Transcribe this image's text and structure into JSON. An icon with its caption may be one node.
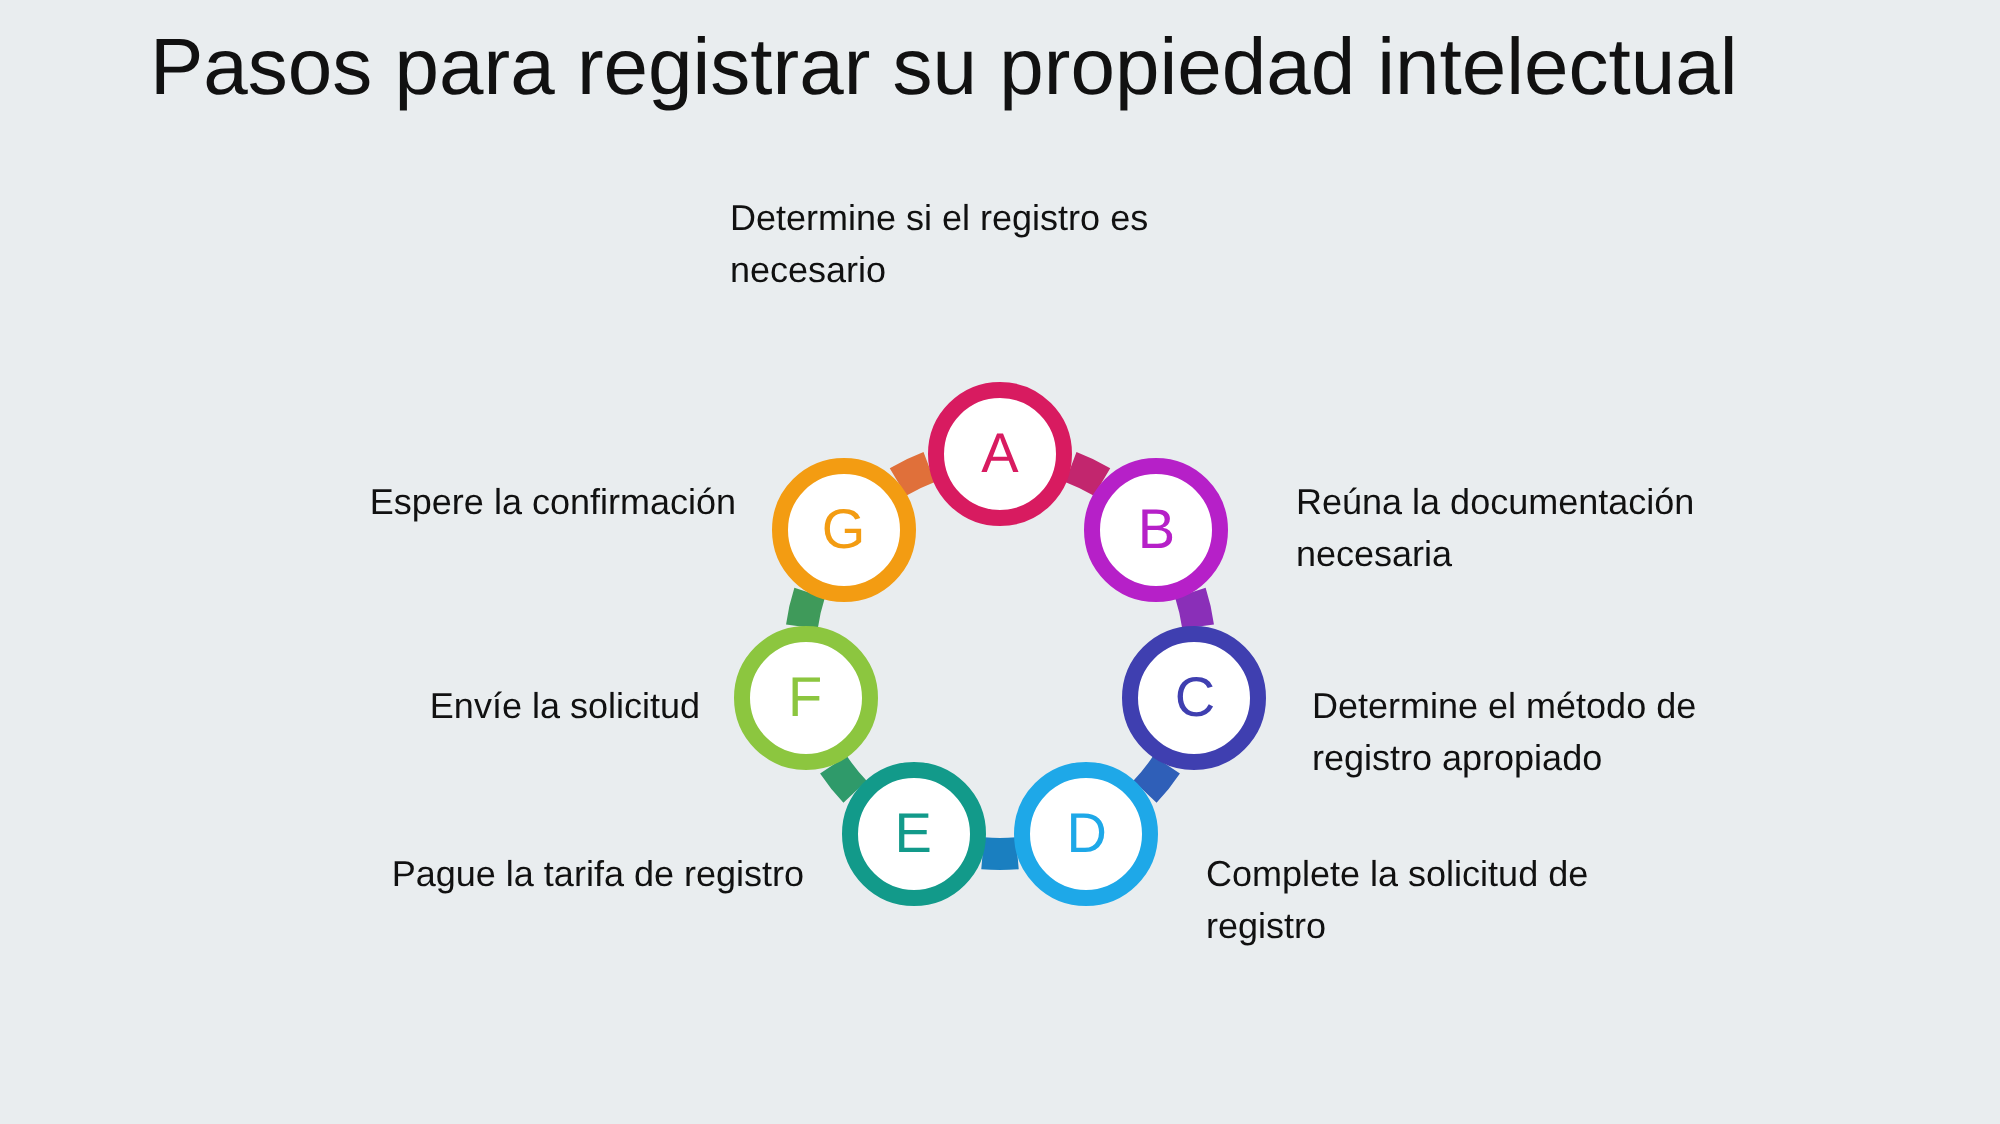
{
  "diagram": {
    "title": "Pasos para registrar su propiedad intelectual",
    "nodes": [
      {
        "text": [
          "A"
        ],
        "beside": [
          "Determine si el registro es necesario"
        ]
      },
      {
        "text": [
          "B"
        ],
        "beside": [
          "Reúna la documentación necesaria"
        ]
      },
      {
        "text": [
          "C"
        ],
        "beside": [
          "Determine el método de registro apropiado"
        ]
      },
      {
        "text": [
          "D"
        ],
        "beside": [
          "Complete la solicitud de registro"
        ]
      },
      {
        "text": [
          "E"
        ],
        "beside": [
          "Pague la tarifa de registro"
        ]
      },
      {
        "text": [
          "F"
        ],
        "beside": [
          "Envíe la solicitud"
        ]
      },
      {
        "text": [
          "G"
        ],
        "beside": [
          "Espere la confirmación"
        ]
      }
    ],
    "edges": [
      {
        "from": 0,
        "to": 1,
        "arrow": "none",
        "color": "#c2266e"
      },
      {
        "from": 1,
        "to": 2,
        "arrow": "none",
        "color": "#8a2fb8"
      },
      {
        "from": 2,
        "to": 3,
        "arrow": "none",
        "color": "#2f5fb8"
      },
      {
        "from": 3,
        "to": 4,
        "arrow": "none",
        "color": "#1a7fc0"
      },
      {
        "from": 4,
        "to": 5,
        "arrow": "none",
        "color": "#2f9a6a"
      },
      {
        "from": 5,
        "to": 6,
        "arrow": "none",
        "color": "#3f9a5a"
      },
      {
        "from": 6,
        "to": 0,
        "arrow": "none",
        "color": "#e0703a"
      }
    ]
  }
}
